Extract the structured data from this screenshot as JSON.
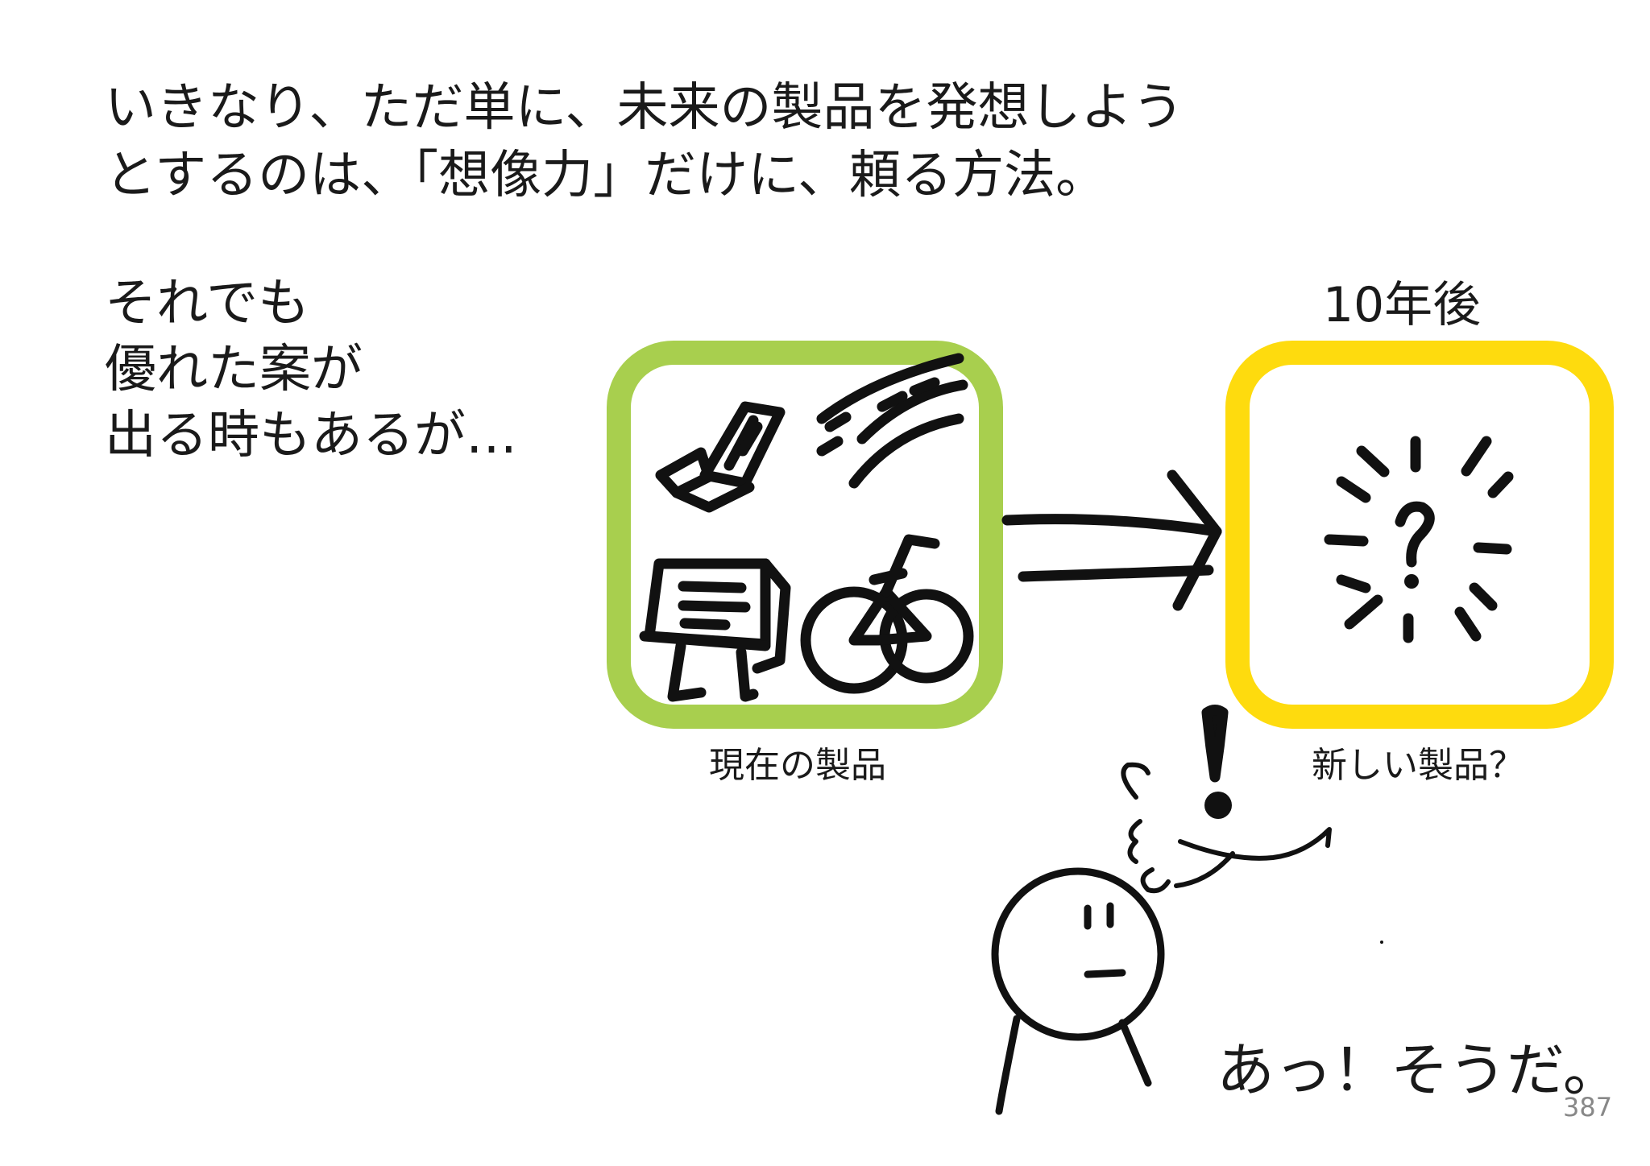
{
  "slide": {
    "intro_lines": [
      "いきなり、ただ単に、未来の製品を発想しよう",
      "とするのは、「想像力」だけに、頼る方法。"
    ],
    "note_lines": [
      "それでも",
      "優れた案が",
      "出る時もあるが…"
    ],
    "future_label": "10年後",
    "current_caption": "現在の製品",
    "new_caption": "新しい製品？",
    "exclamation": "あっ！そうだ。",
    "page_number": "387"
  },
  "colors": {
    "current_frame": "#a8cf4e",
    "future_frame": "#fedb0e",
    "ink": "#111111",
    "page_number": "#888888"
  },
  "icons": {
    "current_products": [
      "phone-icon",
      "train-icon",
      "laptop-icon",
      "bicycle-icon"
    ],
    "future_product": "question-burst-icon",
    "person": "thinking-person-icon"
  }
}
